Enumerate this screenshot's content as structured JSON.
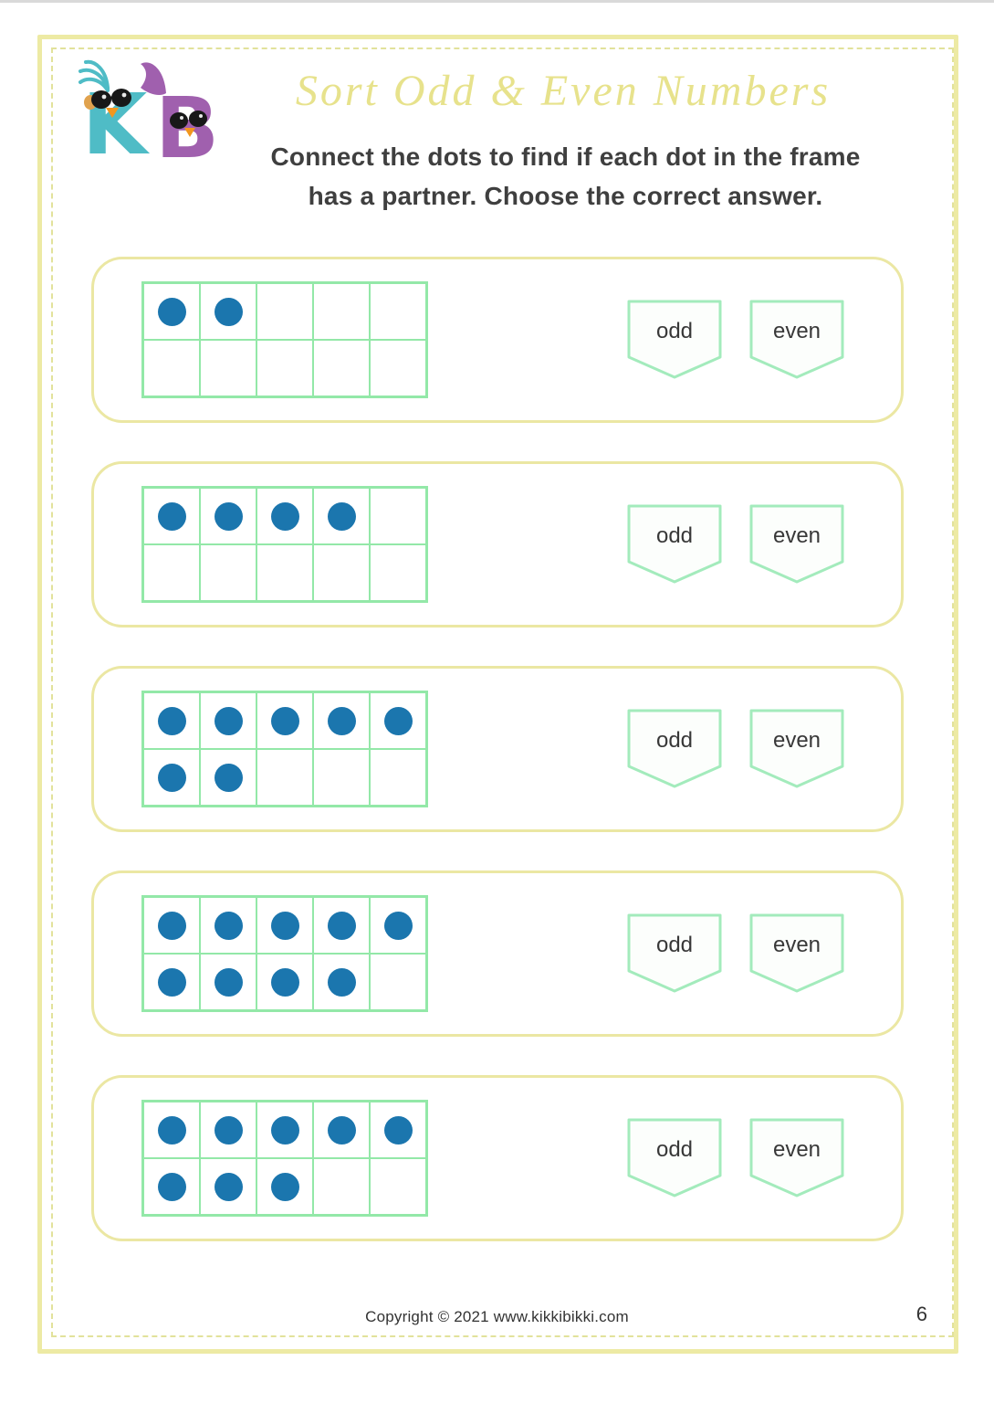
{
  "header": {
    "title": "Sort Odd & Even Numbers",
    "instructions": [
      "Connect the dots to find if each dot in the frame",
      "has a partner. Choose the correct answer."
    ],
    "logo_letters": [
      "K",
      "B"
    ]
  },
  "pocket_labels": {
    "odd": "odd",
    "even": "even"
  },
  "cards": [
    {
      "dots": 2,
      "cells": [
        1,
        1,
        0,
        0,
        0,
        0,
        0,
        0,
        0,
        0
      ]
    },
    {
      "dots": 4,
      "cells": [
        1,
        1,
        1,
        1,
        0,
        0,
        0,
        0,
        0,
        0
      ]
    },
    {
      "dots": 7,
      "cells": [
        1,
        1,
        1,
        1,
        1,
        1,
        1,
        0,
        0,
        0
      ]
    },
    {
      "dots": 9,
      "cells": [
        1,
        1,
        1,
        1,
        1,
        1,
        1,
        1,
        1,
        0
      ]
    },
    {
      "dots": 8,
      "cells": [
        1,
        1,
        1,
        1,
        1,
        1,
        1,
        1,
        0,
        0
      ]
    }
  ],
  "footer": {
    "copyright": "Copyright © 2021 www.kikkibikki.com",
    "page_number": "6"
  },
  "colors": {
    "border_yellow": "#edeaa4",
    "card_border_yellow": "#ebe7a3",
    "title_yellow": "#e7e28c",
    "frame_green": "#93e8a8",
    "pocket_green": "#a3ebbc",
    "dot_blue": "#1b76ae",
    "text_dark": "#3f3f3f",
    "logo_teal": "#4fbcc6",
    "logo_purple": "#a060ae",
    "beak_orange": "#f2971e"
  }
}
